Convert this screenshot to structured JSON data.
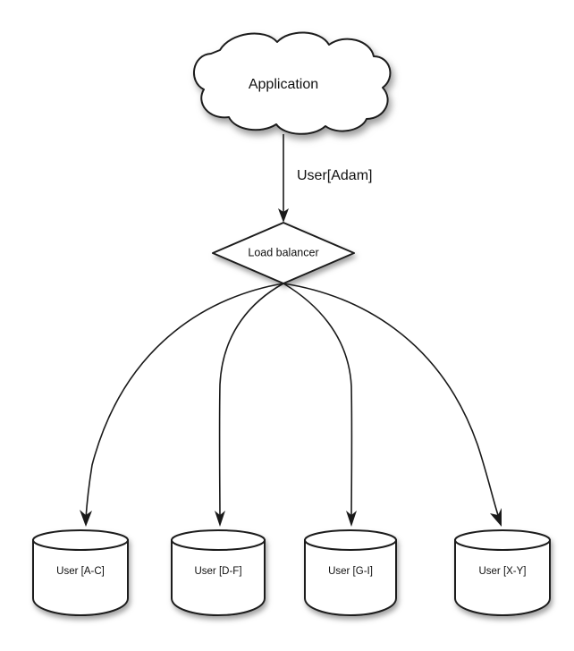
{
  "diagram": {
    "title_node": {
      "label": "Application",
      "shape": "cloud"
    },
    "edge_top": {
      "label": "User[Adam]"
    },
    "router": {
      "label": "Load balancer",
      "shape": "diamond"
    },
    "shards": [
      {
        "label": "User [A-C]",
        "shape": "cylinder"
      },
      {
        "label": "User [D-F]",
        "shape": "cylinder"
      },
      {
        "label": "User [G-I]",
        "shape": "cylinder"
      },
      {
        "label": "User [X-Y]",
        "shape": "cylinder"
      }
    ],
    "colors": {
      "background": "#ffffff",
      "stroke": "#1a1a1a",
      "fill": "#ffffff",
      "text": "#111111",
      "shadow": "#9a9a9a"
    }
  }
}
